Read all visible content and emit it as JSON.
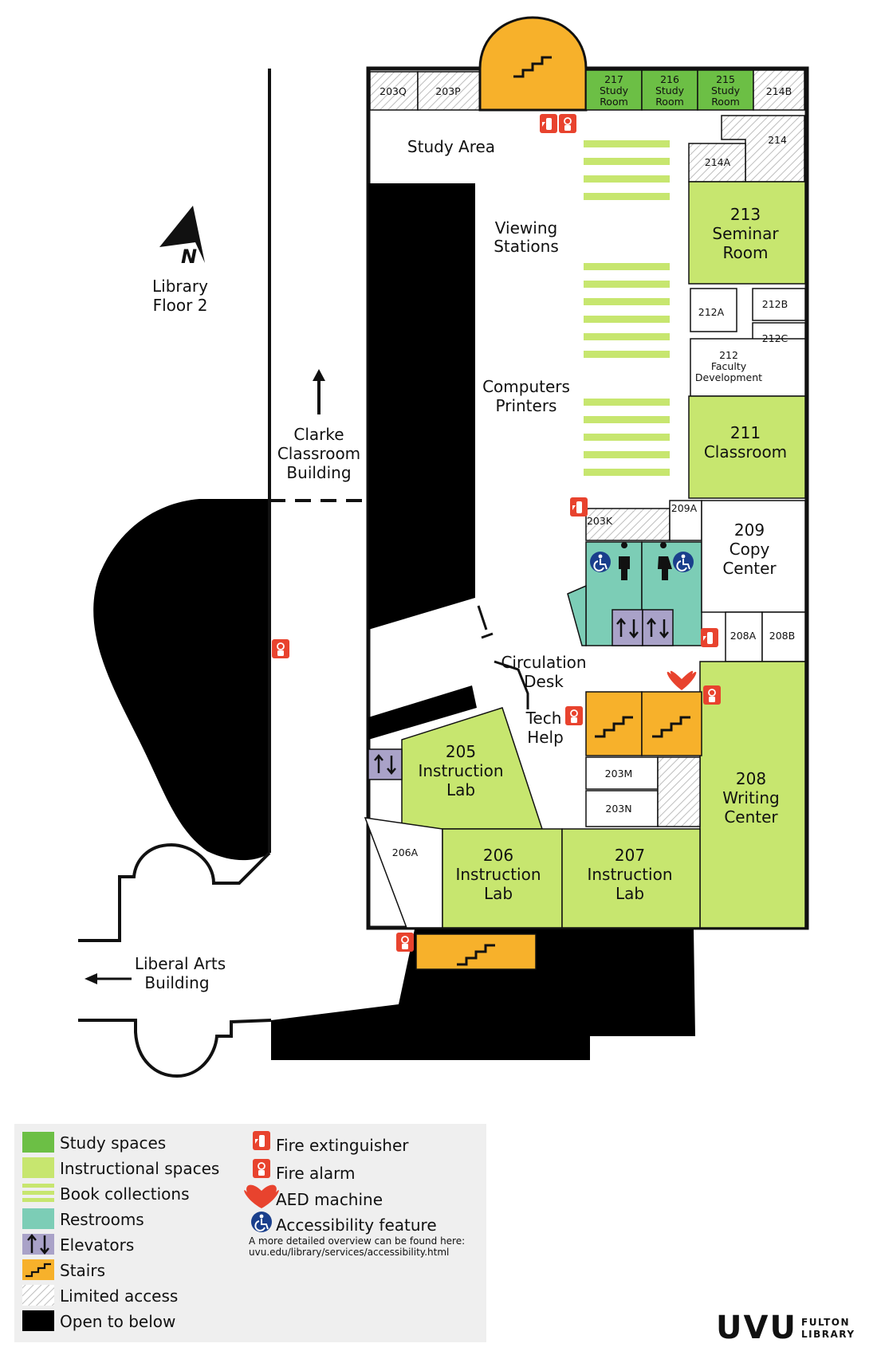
{
  "colors": {
    "study": "#6cbf45",
    "instructional": "#c7e66f",
    "books": "#c7e66f",
    "restroom": "#7ccdb6",
    "elevator": "#a9a2c8",
    "stairs": "#f7b12b",
    "open_below": "#000000",
    "limited_hatch": "#bbbbbb",
    "safety_red": "#e8432e",
    "accessibility_blue": "#1a3f8c",
    "legend_bg": "#efefef"
  },
  "map": {
    "floor_label": [
      "Library",
      "Floor 2"
    ],
    "north_letter": "N",
    "clarke": [
      "Clarke",
      "Classroom",
      "Building"
    ],
    "liberal_arts": [
      "Liberal Arts",
      "Building"
    ],
    "areas": {
      "study_area": "Study Area",
      "viewing": [
        "Viewing",
        "Stations"
      ],
      "computers": [
        "Computers",
        "Printers"
      ],
      "circulation": [
        "Circulation",
        "Desk"
      ],
      "tech_help": [
        "Tech",
        "Help"
      ]
    },
    "rooms": {
      "r203q": "203Q",
      "r203p": "203P",
      "r217": [
        "217",
        "Study",
        "Room"
      ],
      "r216": [
        "216",
        "Study",
        "Room"
      ],
      "r215": [
        "215",
        "Study",
        "Room"
      ],
      "r214b": "214B",
      "r214": "214",
      "r214a": "214A",
      "r213": [
        "213",
        "Seminar",
        "Room"
      ],
      "r212a": "212A",
      "r212b": "212B",
      "r212c": "212C",
      "r212": [
        "212",
        "Faculty",
        "Development"
      ],
      "r211": [
        "211",
        "Classroom"
      ],
      "r209a": "209A",
      "r203k": "203K",
      "r209": [
        "209",
        "Copy",
        "Center"
      ],
      "r208a": "208A",
      "r208b": "208B",
      "r208": [
        "208",
        "Writing",
        "Center"
      ],
      "r205": [
        "205",
        "Instruction",
        "Lab"
      ],
      "r206a": "206A",
      "r206": [
        "206",
        "Instruction",
        "Lab"
      ],
      "r207": [
        "207",
        "Instruction",
        "Lab"
      ],
      "r203m": "203M",
      "r203n": "203N"
    }
  },
  "legend": {
    "left": [
      {
        "label": "Study spaces",
        "swatch": "study"
      },
      {
        "label": "Instructional spaces",
        "swatch": "instructional"
      },
      {
        "label": "Book collections",
        "swatch": "books"
      },
      {
        "label": "Restrooms",
        "swatch": "restroom"
      },
      {
        "label": "Elevators",
        "swatch": "elevator"
      },
      {
        "label": "Stairs",
        "swatch": "stairs"
      },
      {
        "label": "Limited access",
        "swatch": "limited"
      },
      {
        "label": "Open to below",
        "swatch": "open_below"
      }
    ],
    "right": [
      {
        "label": "Fire extinguisher",
        "icon": "fire-extinguisher-icon"
      },
      {
        "label": "Fire alarm",
        "icon": "fire-alarm-icon"
      },
      {
        "label": "AED machine",
        "icon": "aed-heart-icon"
      },
      {
        "label": "Accessibility feature",
        "icon": "accessibility-icon"
      }
    ],
    "note": [
      "A more detailed overview can be found here:",
      "uvu.edu/library/services/accessibility.html"
    ]
  },
  "brand": {
    "logo_text": "UVU",
    "sub_lines": [
      "FULTON",
      "LIBRARY"
    ]
  }
}
